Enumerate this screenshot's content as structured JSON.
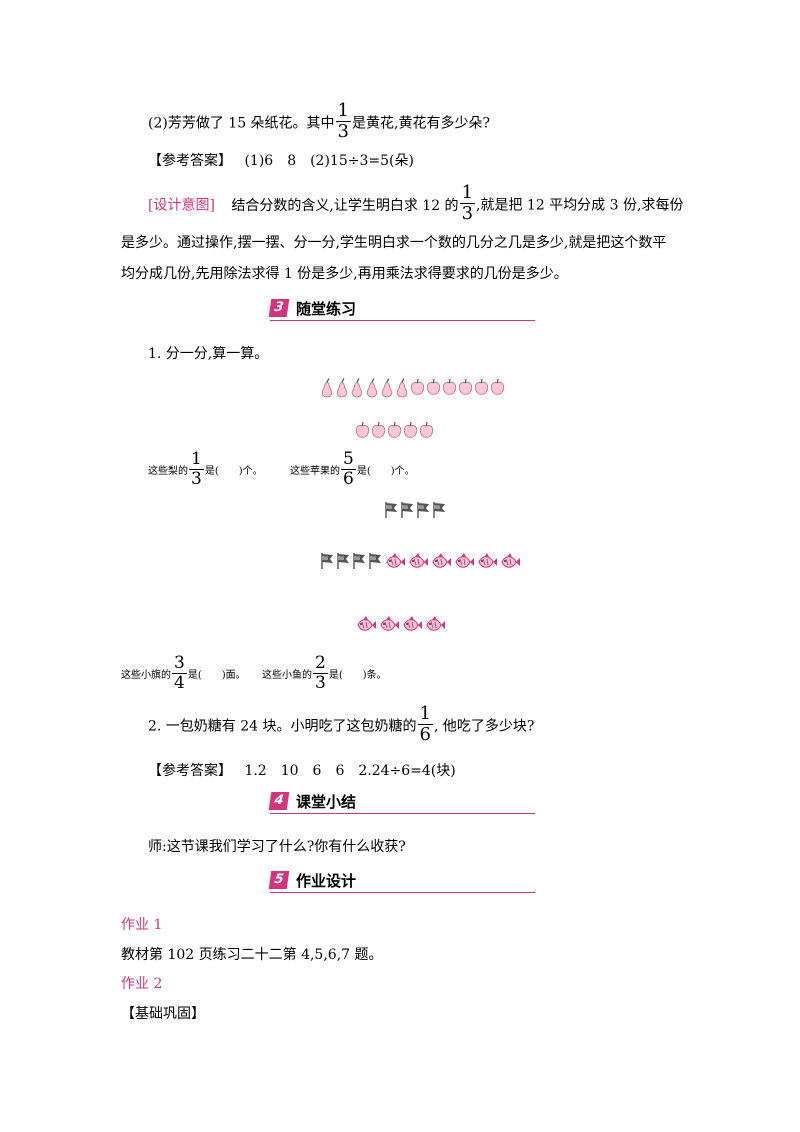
{
  "q2": {
    "before": "(2)芳芳做了 15 朵纸花。其中",
    "frac_num": "1",
    "frac_den": "3",
    "after": "是黄花,黄花有多少朵?"
  },
  "answer1": {
    "label": "【参考答案】",
    "text": "(1)6　8　(2)15÷3=5(朵)"
  },
  "design": {
    "label": "[设计意图]",
    "line1_before": "结合分数的含义,让学生明白求 12 的",
    "frac_num": "1",
    "frac_den": "3",
    "line1_after": ",就是把 12 平均分成 3 份,求每份",
    "line2": "是多少。通过操作,摆一摆、分一分,学生明白求一个数的几分之几是多少,就是把这个数平",
    "line3": "均分成几份,先用除法求得 1 份是多少,再用乘法求得要求的几份是多少。"
  },
  "section3": {
    "num": "3",
    "title": "随堂练习"
  },
  "exercise1": {
    "title": "1. 分一分,算一算。"
  },
  "pears": {
    "before": "这些梨的",
    "frac_num": "1",
    "frac_den": "3",
    "after": "是(　　)个。"
  },
  "apples": {
    "before": "这些苹果的",
    "frac_num": "5",
    "frac_den": "6",
    "after": "是(　　)个。"
  },
  "flags": {
    "before": "这些小旗的",
    "frac_num": "3",
    "frac_den": "4",
    "after": "是(　　)面。"
  },
  "fish": {
    "before": "这些小鱼的",
    "frac_num": "2",
    "frac_den": "3",
    "after": "是(　　)条。"
  },
  "exercise2": {
    "before": "2. 一包奶糖有 24 块。小明吃了这包奶糖的",
    "frac_num": "1",
    "frac_den": "6",
    "after": ", 他吃了多少块?"
  },
  "answer2": {
    "label": "【参考答案】",
    "text": "1.2　10　6　6　2.24÷6=4(块)"
  },
  "section4": {
    "num": "4",
    "title": "课堂小结"
  },
  "summary": "师:这节课我们学习了什么?你有什么收获?",
  "section5": {
    "num": "5",
    "title": "作业设计"
  },
  "hw1_label": "作业 1",
  "hw1_text": "教材第 102 页练习二十二第 4,5,6,7 题。",
  "hw2_label": "作业 2",
  "basic_label": "【基础巩固】",
  "colors": {
    "accent": "#d6337f",
    "fruit": "#f7c9d8",
    "flag": "#555555"
  },
  "icons": {
    "pear": "pear-icon",
    "apple": "apple-icon",
    "flag": "flag-icon",
    "fish": "fish-icon"
  }
}
